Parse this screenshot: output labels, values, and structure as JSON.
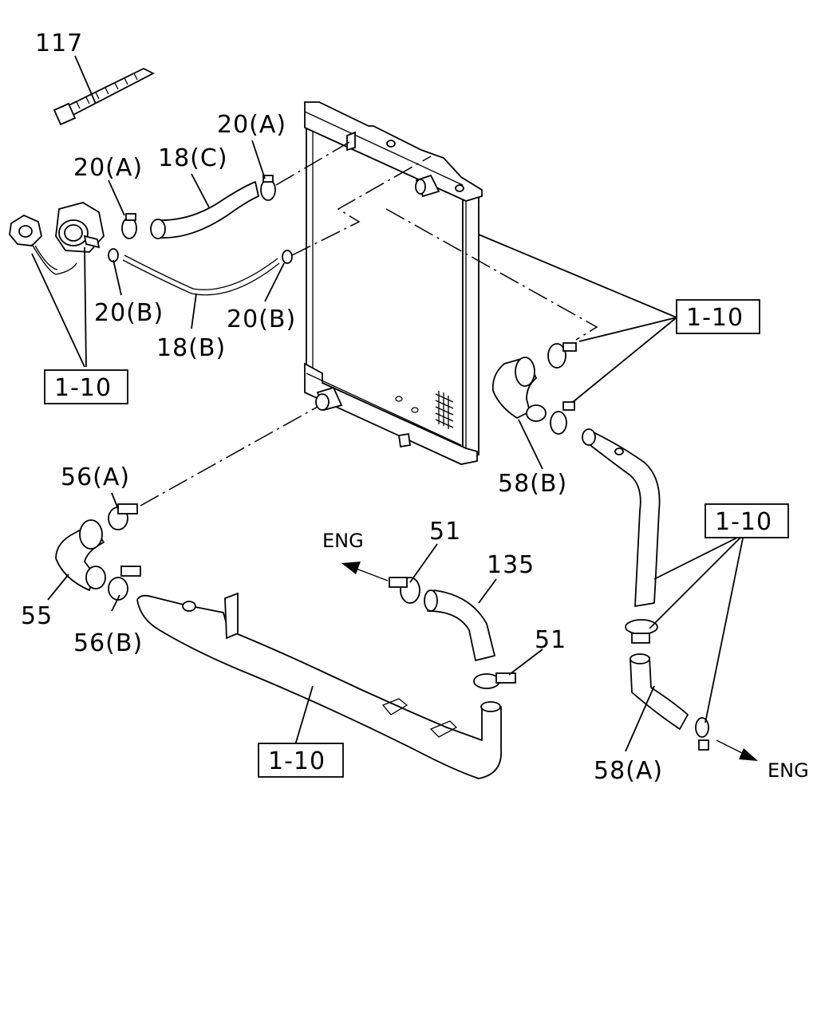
{
  "labels": {
    "l117": "117",
    "l20a_top": "20(A)",
    "l18c": "18(C)",
    "l20a_left": "20(A)",
    "l20b_left": "20(B)",
    "l20b_right": "20(B)",
    "l18b": "18(B)",
    "l58b": "58(B)",
    "l56a": "56(A)",
    "l55": "55",
    "l56b": "56(B)",
    "l51_top": "51",
    "l135": "135",
    "l51_bottom": "51",
    "l58a": "58(A)",
    "eng_left": "ENG",
    "eng_right": "ENG"
  },
  "refs": {
    "ref_left": "1-10",
    "ref_right_top": "1-10",
    "ref_right_mid": "1-10",
    "ref_bottom": "1-10"
  }
}
